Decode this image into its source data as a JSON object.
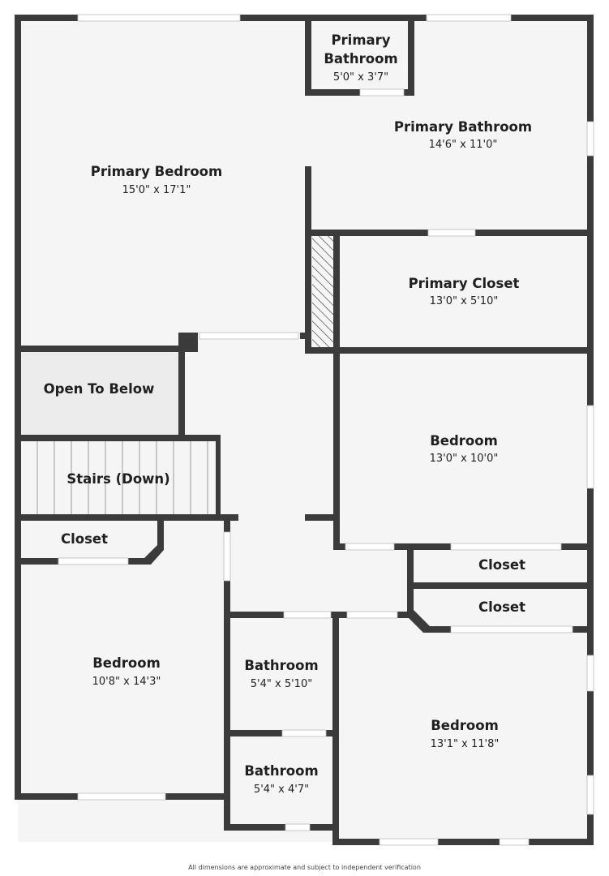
{
  "rooms": {
    "primary_bath_small": {
      "name_line1": "Primary",
      "name_line2": "Bathroom",
      "dim": "5'0\" x 3'7\""
    },
    "primary_bath": {
      "name": "Primary Bathroom",
      "dim": "14'6\" x 11'0\""
    },
    "primary_bedroom": {
      "name": "Primary Bedroom",
      "dim": "15'0\" x 17'1\""
    },
    "primary_closet": {
      "name": "Primary Closet",
      "dim": "13'0\" x 5'10\""
    },
    "open_to_below": {
      "name": "Open To Below"
    },
    "stairs": {
      "name": "Stairs (Down)"
    },
    "bedroom_right_mid": {
      "name": "Bedroom",
      "dim": "13'0\" x 10'0\""
    },
    "closet_left": {
      "name": "Closet"
    },
    "closet_right_1": {
      "name": "Closet"
    },
    "closet_right_2": {
      "name": "Closet"
    },
    "bedroom_left": {
      "name": "Bedroom",
      "dim": "10'8\" x 14'3\""
    },
    "bathroom_1": {
      "name": "Bathroom",
      "dim": "5'4\" x 5'10\""
    },
    "bathroom_2": {
      "name": "Bathroom",
      "dim": "5'4\" x 4'7\""
    },
    "bedroom_right_bottom": {
      "name": "Bedroom",
      "dim": "13'1\" x 11'8\""
    }
  },
  "footer": {
    "disclaimer": "All dimensions are approximate and subject to independent verification"
  },
  "colors": {
    "wall": "#3b3b3b",
    "floor": "#f5f5f5",
    "open_area": "#ececec",
    "window": "#ffffff"
  }
}
